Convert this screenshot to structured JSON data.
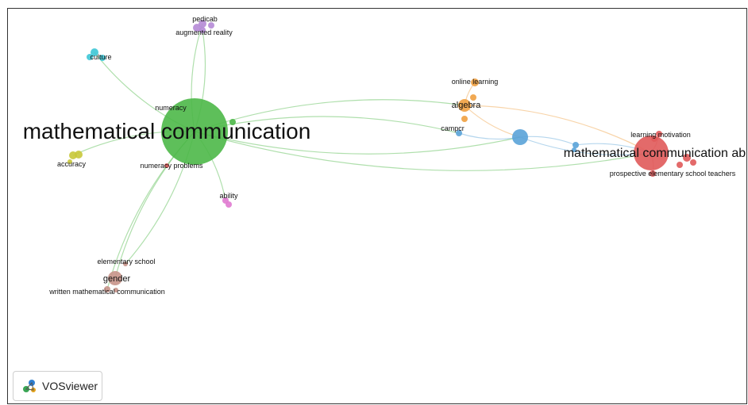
{
  "app": {
    "brand_name": "VOSviewer"
  },
  "clusters": {
    "green": "#4db848",
    "red": "#e05a5a",
    "blue": "#5aa3d8",
    "orange": "#f0a040",
    "purple": "#b58ad6",
    "cyan": "#3ec6d6",
    "yellow": "#c8c83a",
    "pink": "#e07ad0",
    "brown": "#c8948a"
  },
  "nodes": [
    {
      "id": "mc",
      "label": "mathematical communication",
      "cluster": "green"
    },
    {
      "id": "mca",
      "label": "mathematical communication abilit",
      "cluster": "red"
    },
    {
      "id": "numeracy",
      "label": "numeracy",
      "cluster": "green"
    },
    {
      "id": "numeracy_problems",
      "label": "numeracy problems",
      "cluster": "red"
    },
    {
      "id": "algebra",
      "label": "algebra",
      "cluster": "orange"
    },
    {
      "id": "online_learning",
      "label": "online learning",
      "cluster": "orange"
    },
    {
      "id": "campcr",
      "label": "campcr",
      "cluster": "blue"
    },
    {
      "id": "blue_hub",
      "label": "",
      "cluster": "blue"
    },
    {
      "id": "blue_small",
      "label": "",
      "cluster": "blue"
    },
    {
      "id": "learning_motivation",
      "label": "learning motivation",
      "cluster": "red"
    },
    {
      "id": "pest",
      "label": "prospective elementary school teachers",
      "cluster": "red"
    },
    {
      "id": "pedicab",
      "label": "pedicab",
      "cluster": "purple"
    },
    {
      "id": "augmented_reality",
      "label": "augmented reality",
      "cluster": "purple"
    },
    {
      "id": "culture",
      "label": "culture",
      "cluster": "cyan"
    },
    {
      "id": "accuracy",
      "label": "accuracy",
      "cluster": "yellow"
    },
    {
      "id": "ability",
      "label": "ability",
      "cluster": "pink"
    },
    {
      "id": "elementary_school",
      "label": "elementary school",
      "cluster": "brown"
    },
    {
      "id": "gender",
      "label": "gender",
      "cluster": "brown"
    },
    {
      "id": "wmc",
      "label": "written mathematical communication",
      "cluster": "brown"
    }
  ],
  "links": [
    [
      "mc",
      "pedicab"
    ],
    [
      "mc",
      "augmented_reality"
    ],
    [
      "mc",
      "culture"
    ],
    [
      "mc",
      "accuracy"
    ],
    [
      "mc",
      "ability"
    ],
    [
      "mc",
      "gender"
    ],
    [
      "mc",
      "elementary_school"
    ],
    [
      "mc",
      "wmc"
    ],
    [
      "mc",
      "algebra"
    ],
    [
      "mc",
      "blue_hub"
    ],
    [
      "mc",
      "campcr"
    ],
    [
      "mc",
      "mca"
    ],
    [
      "algebra",
      "online_learning"
    ],
    [
      "algebra",
      "blue_hub"
    ],
    [
      "algebra",
      "mca"
    ],
    [
      "campcr",
      "blue_hub"
    ],
    [
      "blue_hub",
      "blue_small"
    ],
    [
      "blue_hub",
      "mca"
    ],
    [
      "blue_small",
      "mca"
    ],
    [
      "mca",
      "learning_motivation"
    ],
    [
      "mca",
      "pest"
    ]
  ]
}
